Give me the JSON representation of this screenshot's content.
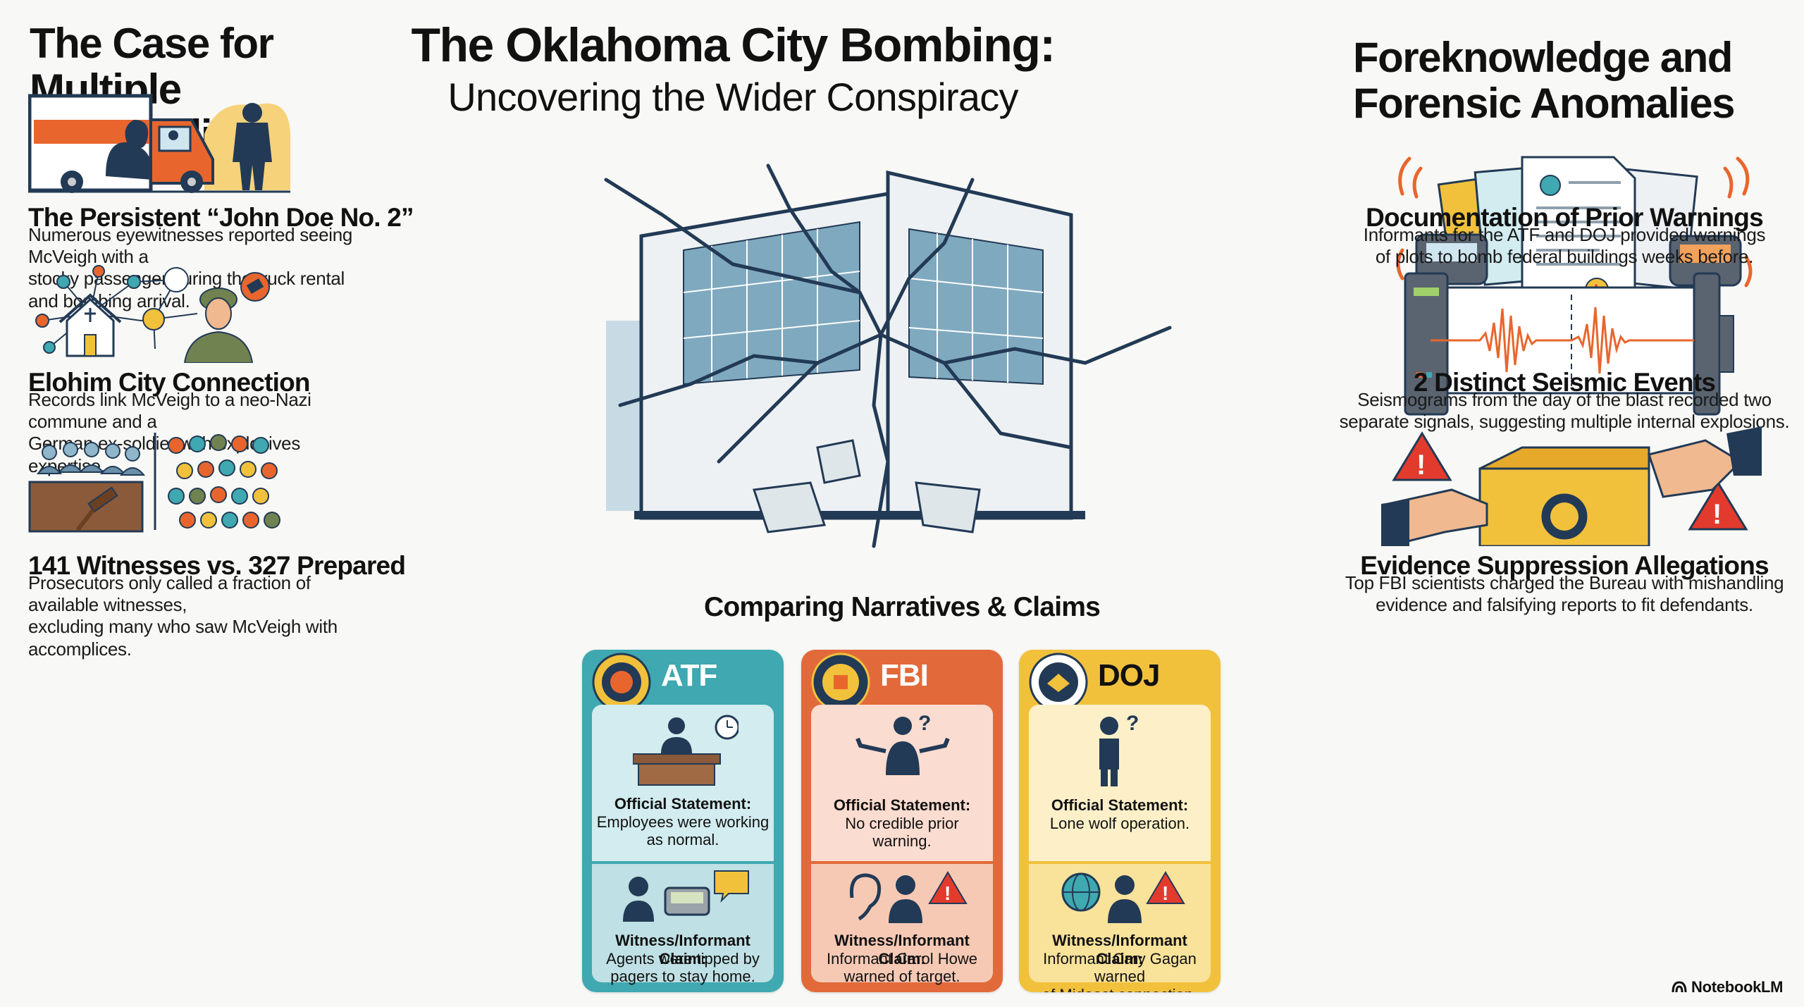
{
  "main_title": "The Oklahoma City Bombing:",
  "main_subtitle": "Uncovering the Wider Conspiracy",
  "left": {
    "heading_line1": "The Case for",
    "heading_line2": "Multiple Accomplices",
    "items": [
      {
        "title": "The Persistent “John Doe No. 2”",
        "desc_line1": "Numerous eyewitnesses reported seeing McVeigh with a",
        "desc_line2": "stocky passenger during the truck rental and bombing arrival."
      },
      {
        "title": "Elohim City Connection",
        "desc_line1": "Records link McVeigh to a neo-Nazi commune and a",
        "desc_line2": "German ex-soldier with explosives expertise."
      },
      {
        "title": "141 Witnesses vs. 327 Prepared",
        "desc_line1": "Prosecutors only called a fraction of available witnesses,",
        "desc_line2": "excluding many who saw McVeigh with accomplices."
      }
    ]
  },
  "right": {
    "heading_line1": "Foreknowledge and",
    "heading_line2": "Forensic Anomalies",
    "items": [
      {
        "title": "Documentation of Prior Warnings",
        "desc_line1": "Informants for the ATF and DOJ provided warnings",
        "desc_line2": "of plots to bomb federal buildings weeks before."
      },
      {
        "title": "2 Distinct Seismic Events",
        "desc_line1": "Seismograms from the day of the blast recorded two",
        "desc_line2": "separate signals, suggesting multiple internal explosions."
      },
      {
        "title": "Evidence Suppression Allegations",
        "desc_line1": "Top FBI scientists charged the Bureau with mishandling",
        "desc_line2": "evidence and falsifying reports to fit defendants."
      }
    ]
  },
  "comparison": {
    "title": "Comparing Narratives & Claims",
    "cards": [
      {
        "agency": "ATF",
        "official_label": "Official Statement:",
        "official_line1": "Employees were working",
        "official_line2": "as normal.",
        "claim_label": "Witness/Informant Claim:",
        "claim_line1": "Agents were tipped by",
        "claim_line2": "pagers to stay home."
      },
      {
        "agency": "FBI",
        "official_label": "Official Statement:",
        "official_line1": "No credible prior warning.",
        "official_line2": "",
        "claim_label": "Witness/Informant Claim:",
        "claim_line1": "Informant Carol Howe",
        "claim_line2": "warned of target."
      },
      {
        "agency": "DOJ",
        "official_label": "Official Statement:",
        "official_line1": "Lone wolf operation.",
        "official_line2": "",
        "claim_label": "Witness/Informant Claim:",
        "claim_line1": "Informant Cary Gagan warned",
        "claim_line2": "of Mideast connection."
      }
    ]
  },
  "brand": "NotebookLM",
  "colors": {
    "atf": "#3fa8b0",
    "fbi": "#e26a3a",
    "doj": "#f2c13c",
    "accent_orange": "#e8662e",
    "navy": "#223a55"
  }
}
